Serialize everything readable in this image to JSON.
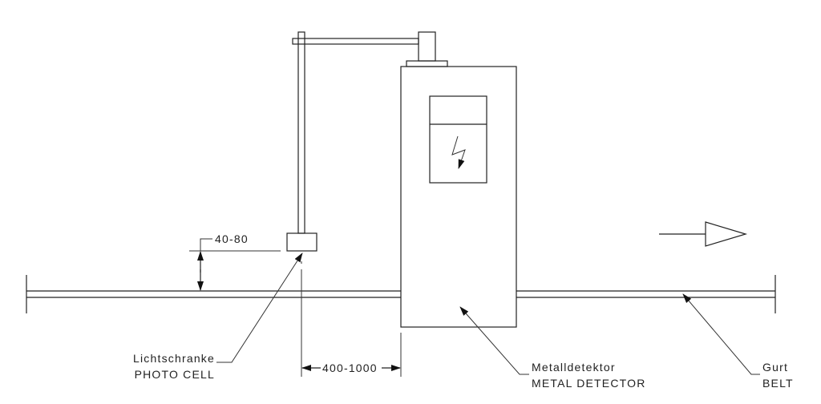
{
  "labels": {
    "photo_cell_de": "Lichtschranke",
    "photo_cell_en": "PHOTO CELL",
    "metal_detector_de": "Metalldetektor",
    "metal_detector_en": "METAL DETECTOR",
    "belt_de": "Gurt",
    "belt_en": "BELT"
  },
  "dimensions": {
    "height_range": "40-80",
    "distance_range": "400-1000"
  }
}
